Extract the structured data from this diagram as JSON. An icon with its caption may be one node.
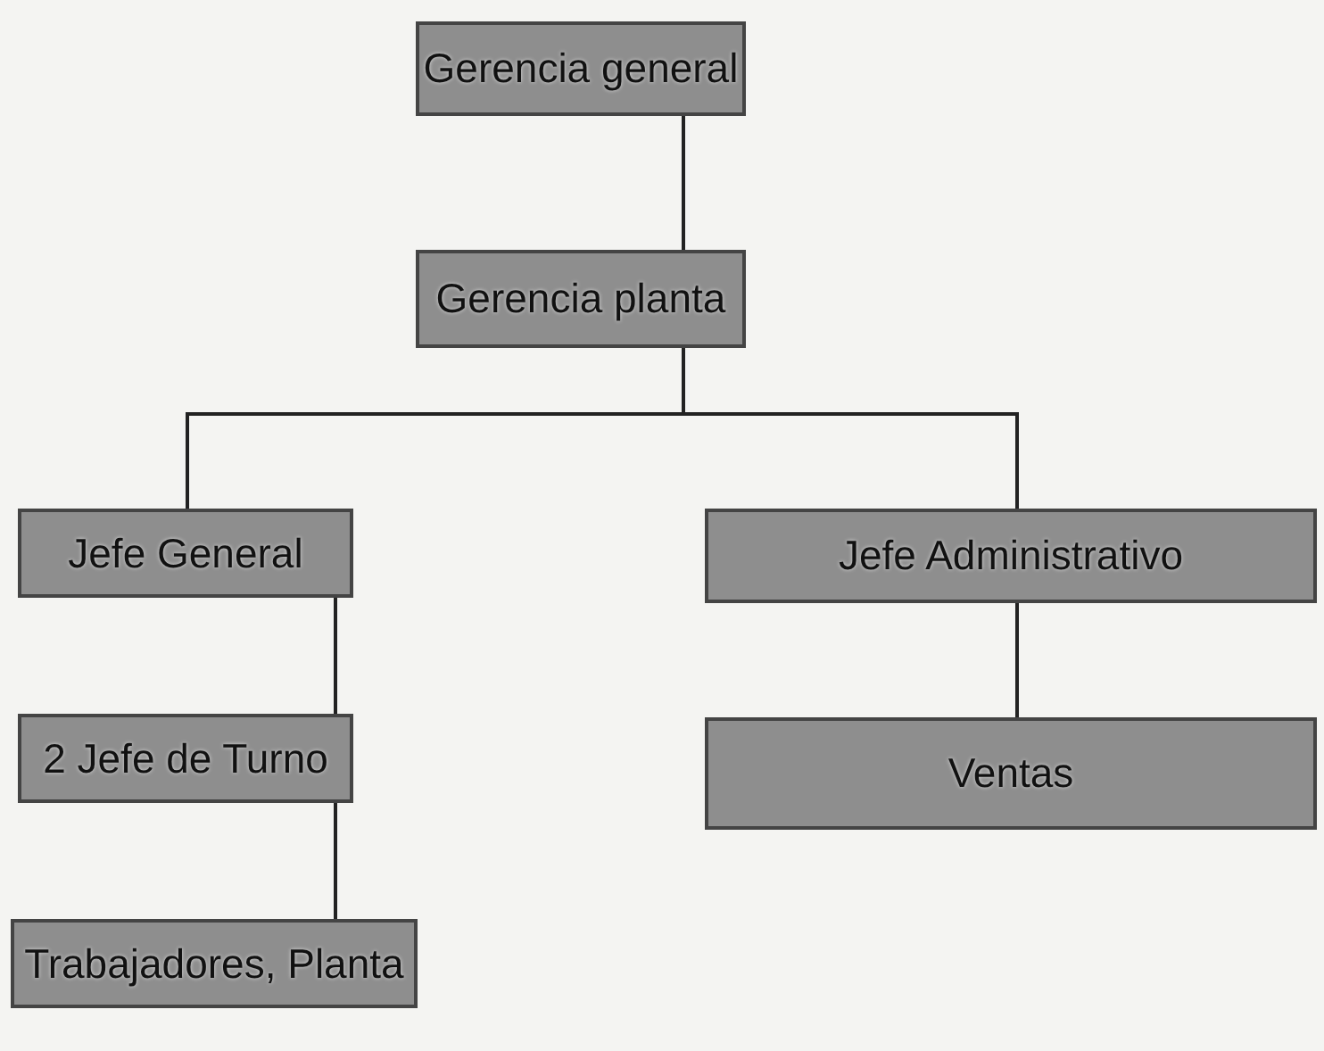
{
  "diagram": {
    "nodes": [
      {
        "text": [
          "Gerencia general"
        ]
      },
      {
        "text": [
          "Gerencia planta"
        ]
      },
      {
        "text": [
          "Jefe General"
        ]
      },
      {
        "text": [
          "Jefe Administrativo"
        ]
      },
      {
        "text": [
          "2 Jefe de Turno"
        ]
      },
      {
        "text": [
          "Ventas"
        ]
      },
      {
        "text": [
          "Trabajadores, Planta"
        ]
      }
    ],
    "edges": [
      {
        "from": 0,
        "to": 1,
        "arrow": "none"
      },
      {
        "from": 1,
        "to": 2,
        "arrow": "none"
      },
      {
        "from": 1,
        "to": 3,
        "arrow": "none"
      },
      {
        "from": 2,
        "to": 4,
        "arrow": "none"
      },
      {
        "from": 3,
        "to": 5,
        "arrow": "none"
      },
      {
        "from": 4,
        "to": 6,
        "arrow": "none"
      }
    ]
  }
}
